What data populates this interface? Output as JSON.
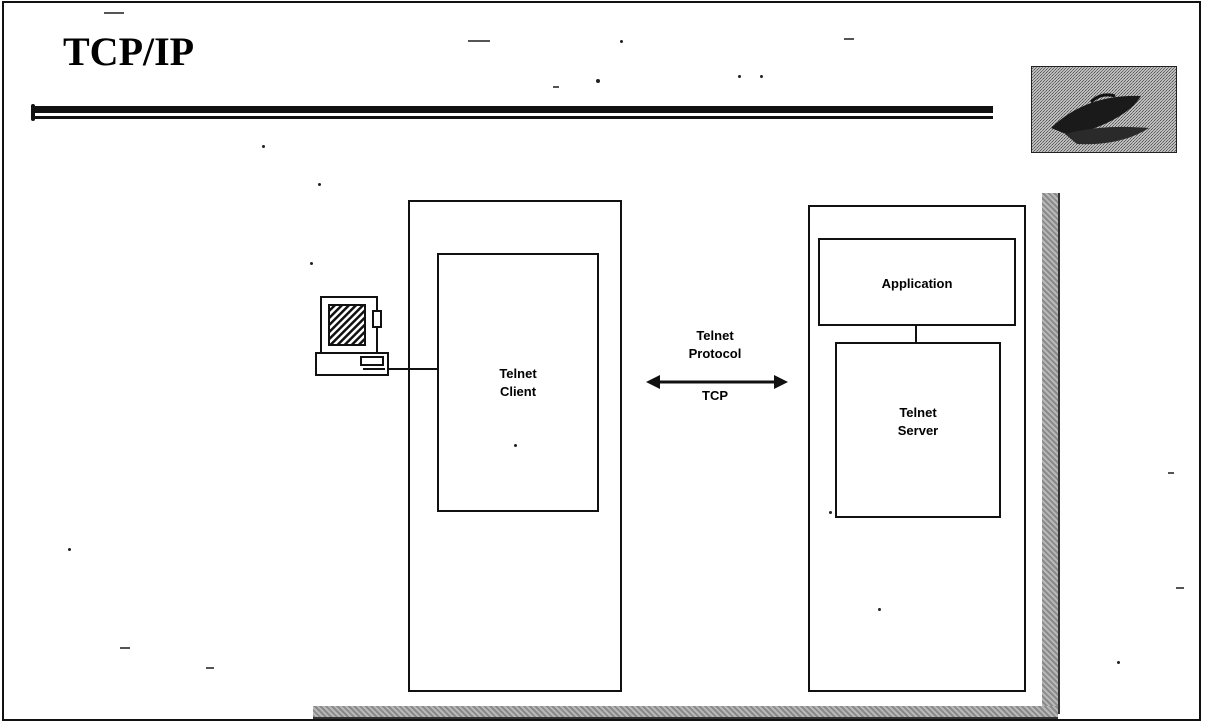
{
  "slide": {
    "title": "TCP/IP"
  },
  "diagram": {
    "client_label_line1": "Telnet",
    "client_label_line2": "Client",
    "application_label": "Application",
    "server_label_line1": "Telnet",
    "server_label_line2": "Server",
    "protocol_label_line1": "Telnet",
    "protocol_label_line2": "Protocol",
    "transport_label": "TCP"
  },
  "icons": {
    "logo": "satellite-dish-logo-icon",
    "terminal": "desktop-computer-icon",
    "arrow": "double-headed-arrow-icon"
  },
  "colors": {
    "ink": "#111111",
    "shadow": "#8a8a8a",
    "background": "#ffffff"
  }
}
